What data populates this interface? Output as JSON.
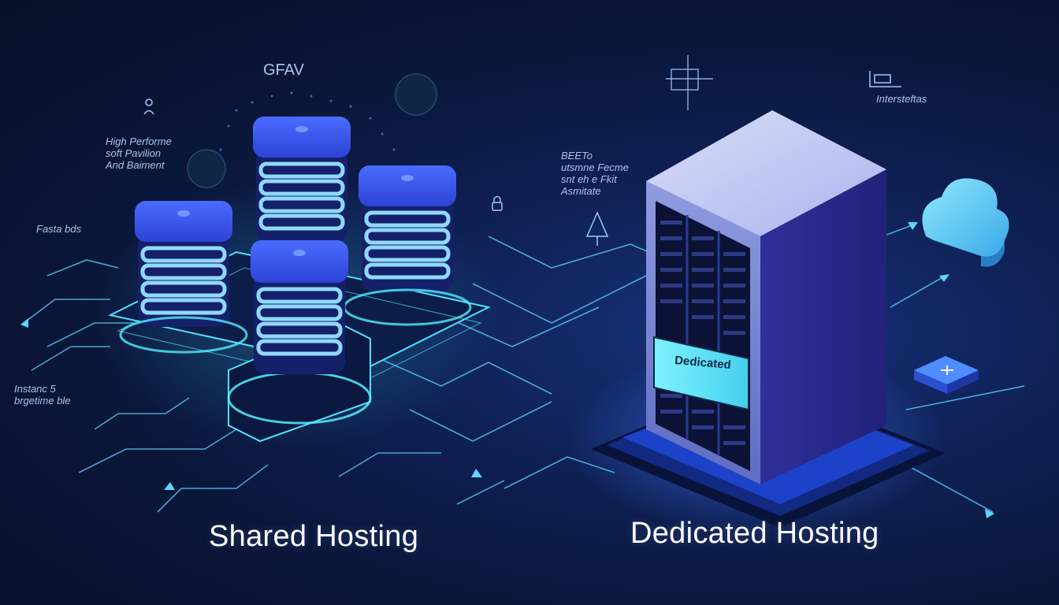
{
  "labels": {
    "shared_hosting": "Shared Hosting",
    "dedicated_hosting": "Dedicated Hosting",
    "dedicated_badge": "Dedicated"
  },
  "decorative_text": {
    "top_gfav": "GFAV",
    "left_block": "High Performe\nsoft Pavilion\nAnd Baiment",
    "far_left": "Fasta bds",
    "left_lower": "Instanc 5\nbrgetime ble",
    "mid_right_block": "BEETo\nutsmne Fecme\nsnt eh e Fkit\nAsmitate",
    "top_right_small": "Intersteftas"
  },
  "colors": {
    "background": "#0a1638",
    "accent_cyan": "#4de3ff",
    "server_blue": "#3d5bff",
    "tower_face": "#9aa8ef",
    "caption": "#ffffff"
  },
  "icons": [
    "cloud-icon",
    "plus-icon",
    "lock-icon",
    "chart-icon",
    "person-icon",
    "tree-icon"
  ]
}
